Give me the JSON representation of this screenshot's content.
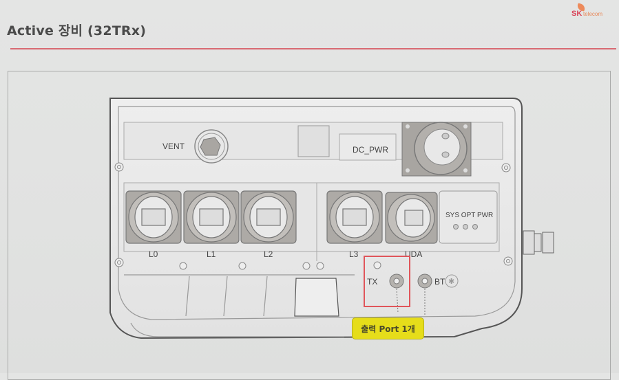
{
  "slide": {
    "title": "Active 장비 (32TRx)",
    "brand": {
      "sk": "SK",
      "telecom": "telecom"
    },
    "colors": {
      "accent_rule": "#d86a72",
      "highlight_box": "#e0555a",
      "callout_bg": "#e6dd1a"
    }
  },
  "device": {
    "labels": {
      "vent": "VENT",
      "dc_pwr": "DC_PWR",
      "ports": [
        "L0",
        "L1",
        "L2",
        "L3",
        "UDA"
      ],
      "leds": "SYS OPT PWR",
      "tx": "TX",
      "bt": "BT"
    }
  },
  "callout": {
    "text": "출력 Port 1개"
  }
}
